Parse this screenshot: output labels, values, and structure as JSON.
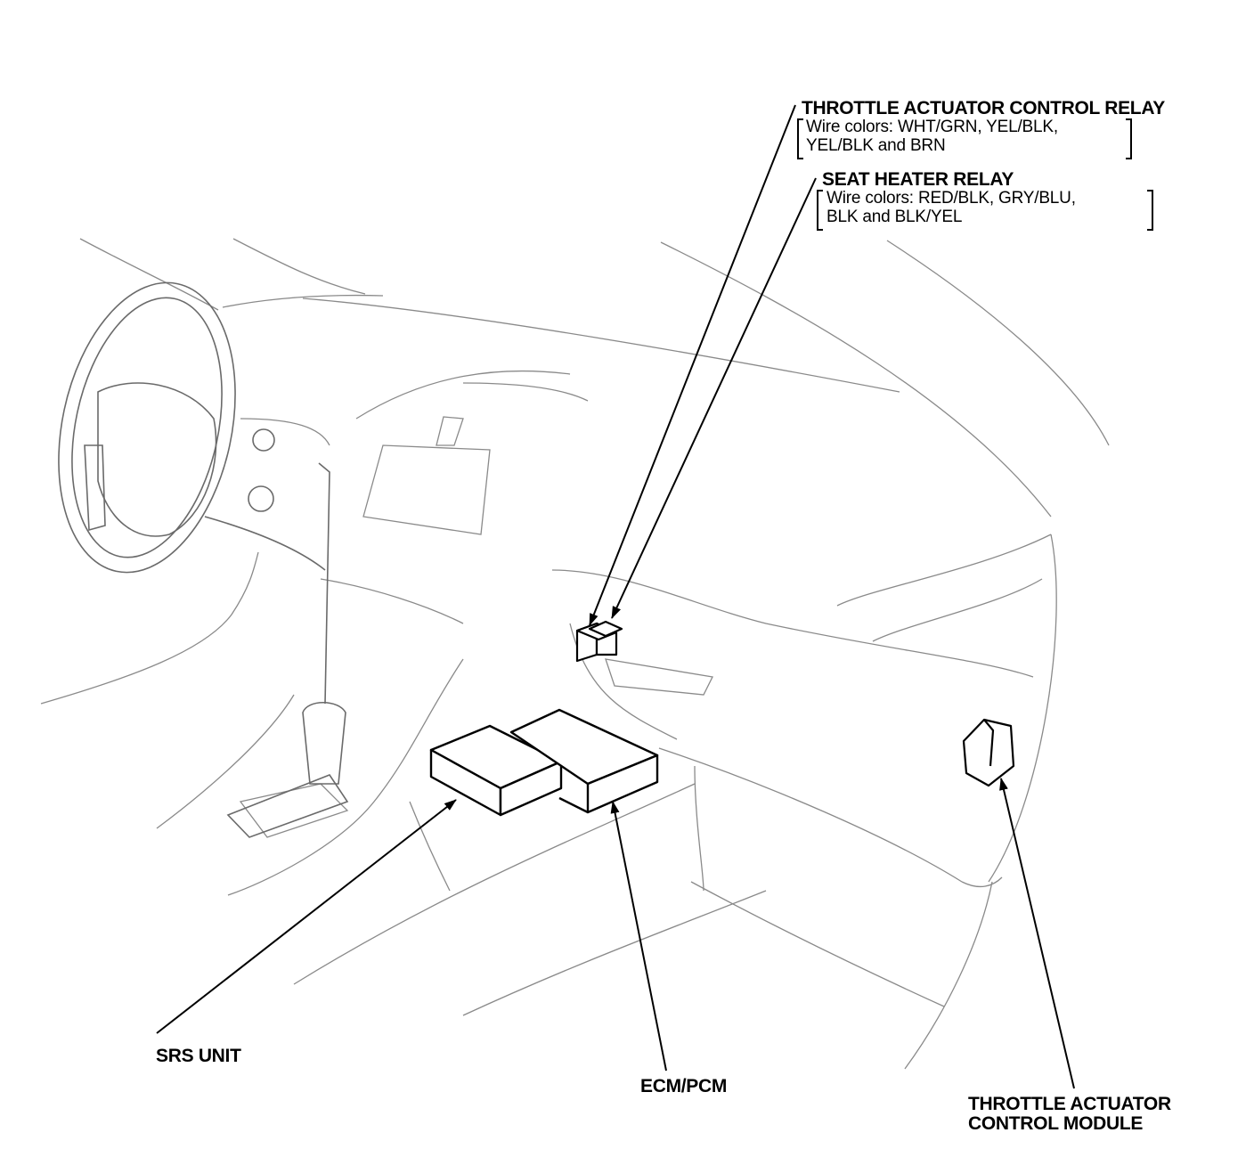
{
  "callouts": {
    "throttle_relay": {
      "title": "THROTTLE ACTUATOR CONTROL RELAY",
      "note_line1": "Wire colors: WHT/GRN, YEL/BLK,",
      "note_line2": "YEL/BLK and BRN"
    },
    "seat_heater_relay": {
      "title": "SEAT HEATER RELAY",
      "note_line1": "Wire colors: RED/BLK, GRY/BLU,",
      "note_line2": "BLK and BLK/YEL"
    },
    "srs_unit": {
      "title": "SRS UNIT"
    },
    "ecm_pcm": {
      "title": "ECM/PCM"
    },
    "throttle_module": {
      "line1": "THROTTLE ACTUATOR",
      "line2": "CONTROL MODULE"
    }
  },
  "colors": {
    "ink": "#000000",
    "faint_ink": "#8a8a8a",
    "background": "#ffffff"
  }
}
